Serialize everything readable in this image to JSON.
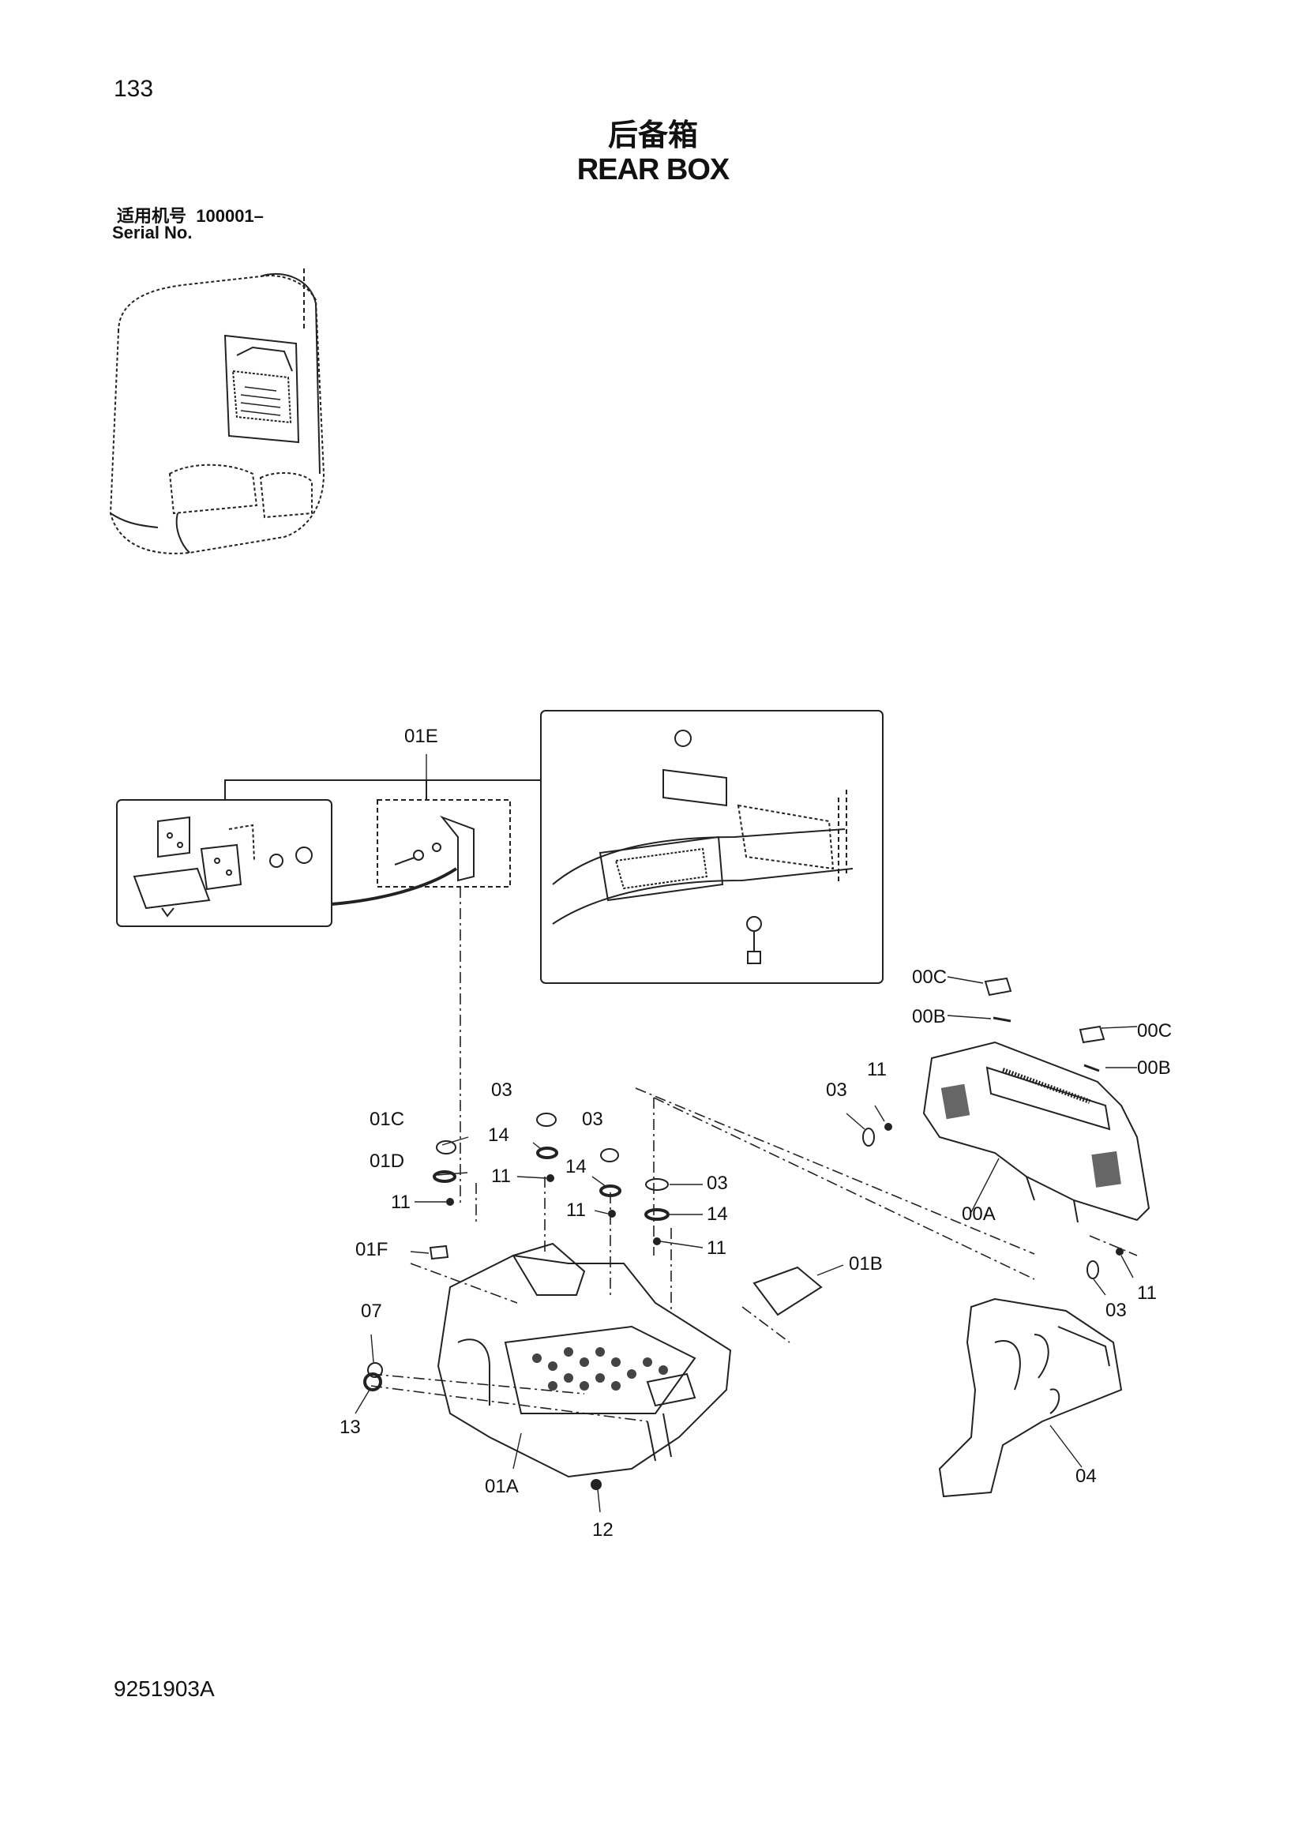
{
  "page_number": "133",
  "title_cn": "后备箱",
  "title_en": "REAR BOX",
  "serial": {
    "label_cn": "适用机号",
    "value": "100001–",
    "label_en": "Serial No."
  },
  "doc_code": "9251903A",
  "callouts": {
    "c01E": "01E",
    "c00C_1": "00C",
    "c00B_1": "00B",
    "c00C_2": "00C",
    "c00B_2": "00B",
    "c03_a": "03",
    "c11_a": "11",
    "c03_b": "03",
    "c03_c": "03",
    "c03_d": "03",
    "c01C": "01C",
    "c14_a": "14",
    "c14_b": "14",
    "c01D": "01D",
    "c11_b": "11",
    "c11_c": "11",
    "c11_d": "11",
    "c11_e": "11",
    "c14_c": "14",
    "c01F": "01F",
    "c00A": "00A",
    "c01B": "01B",
    "c03_e": "03",
    "c11_f": "11",
    "c07": "07",
    "c13": "13",
    "c01A": "01A",
    "c12": "12",
    "c04": "04"
  }
}
